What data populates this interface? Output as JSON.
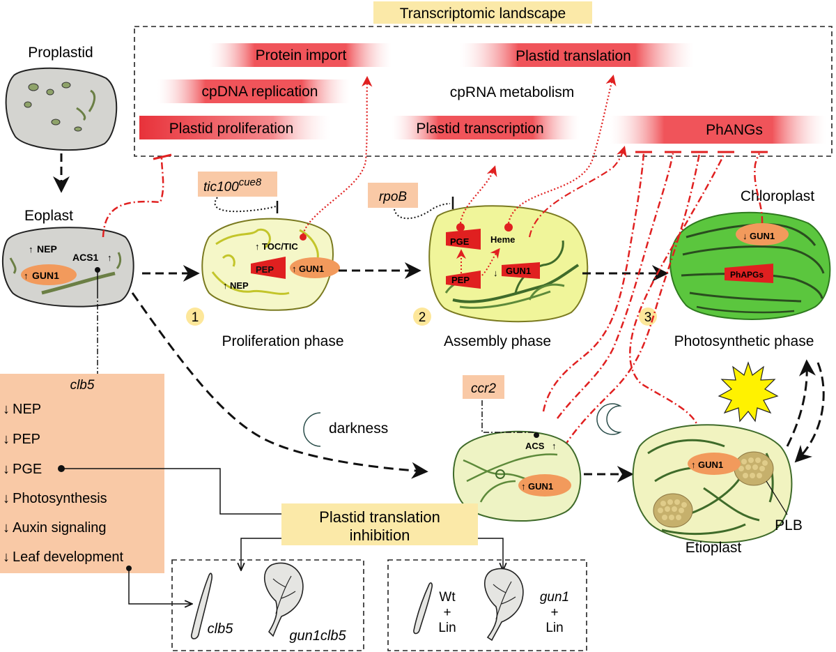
{
  "header": {
    "title": "Transcriptomic landscape"
  },
  "landscape": {
    "protein_import": "Protein import",
    "cpdna_replication": "cpDNA replication",
    "plastid_proliferation": "Plastid proliferation",
    "plastid_translation": "Plastid translation",
    "cprna_metabolism": "cpRNA metabolism",
    "plastid_transcription": "Plastid transcription",
    "phangs": "PhANGs"
  },
  "plastids": {
    "proplastid": "Proplastid",
    "eoplast": "Eoplast",
    "chloroplast": "Chloroplast",
    "etioplast": "Etioplast",
    "plb": "PLB"
  },
  "eoplast_labels": {
    "nep": "NEP",
    "gun1": "GUN1",
    "acs1": "ACS1"
  },
  "phase1": {
    "number": "1",
    "label": "Proliferation phase",
    "toc_tic": "TOC/TIC",
    "pep": "PEP",
    "gun1": "GUN1",
    "nep": "NEP"
  },
  "phase2": {
    "number": "2",
    "label": "Assembly phase",
    "pge": "PGE",
    "heme": "Heme",
    "pep": "PEP",
    "gun1": "GUN1"
  },
  "phase3": {
    "number": "3",
    "label": "Photosynthetic phase",
    "gun1": "GUN1",
    "phapgs": "PhAPGs"
  },
  "mutants": {
    "tic100": "tic100",
    "tic100_sup": "cue8",
    "rpob": "rpoB",
    "ccr2": "ccr2"
  },
  "dark_plastid": {
    "acs": "ACS",
    "gun1": "GUN1"
  },
  "etioplast_gun1": "GUN1",
  "darkness": "darkness",
  "clb5_box": {
    "title": "clb5",
    "items": [
      "NEP",
      "PEP",
      "PGE",
      "Photosynthesis",
      "Auxin signaling",
      "Leaf development"
    ]
  },
  "inhibition": {
    "line1": "Plastid translation",
    "line2": "inhibition"
  },
  "panel_left": {
    "clb5": "clb5",
    "gun1clb5": "gun1clb5"
  },
  "panel_right": {
    "wt": "Wt",
    "plus1": "+",
    "lin1": "Lin",
    "gun1": "gun1",
    "plus2": "+",
    "lin2": "Lin"
  },
  "colors": {
    "red": "#e02020",
    "salmon": "#f9c9a6",
    "yellow_box": "#fbe9a8",
    "plastid_light": "#f5f7c8",
    "chloroplast_green": "#55c43c",
    "gun1_orange": "#f29a5c"
  }
}
